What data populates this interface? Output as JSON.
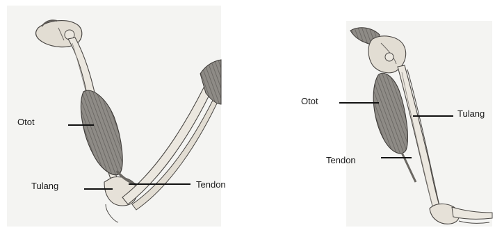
{
  "figures": [
    {
      "id": "bent-arm",
      "labels": {
        "muscle": "Otot",
        "bone": "Tulang",
        "tendon": "Tendon"
      }
    },
    {
      "id": "straight-arm",
      "labels": {
        "muscle": "Otot",
        "bone": "Tulang",
        "tendon": "Tendon"
      }
    }
  ],
  "colors": {
    "bone_fill": "#ebe7df",
    "bone_stroke": "#4a4744",
    "muscle_fill": "#8e8b86",
    "muscle_stripe": "#5f5c58",
    "leader_line": "#111111",
    "label_text": "#1a1a1a"
  }
}
